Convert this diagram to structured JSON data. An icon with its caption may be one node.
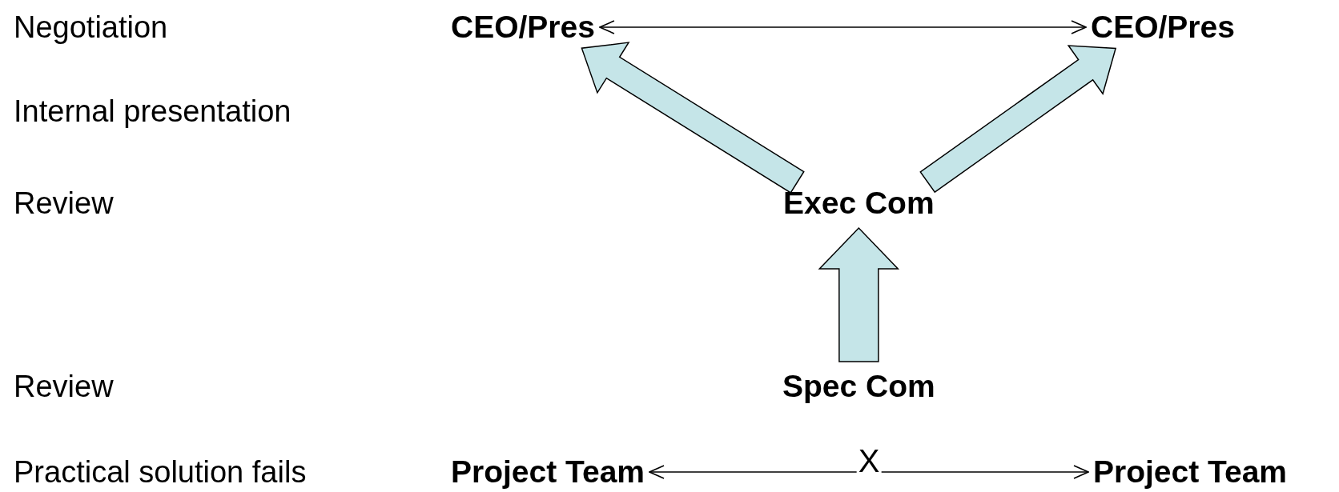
{
  "diagram": {
    "nodes": [
      {
        "text": [
          "CEO/Pres"
        ]
      },
      {
        "text": [
          "CEO/Pres"
        ]
      },
      {
        "text": [
          "Exec Com"
        ]
      },
      {
        "text": [
          "Spec Com"
        ]
      },
      {
        "text": [
          "Project Team"
        ]
      },
      {
        "text": [
          "Project Team"
        ]
      }
    ],
    "edges": [
      {
        "from": 0,
        "to": 1,
        "arrow": "both"
      },
      {
        "from": 2,
        "to": 0,
        "arrow": "to",
        "style": "thick",
        "color": "#c5e5e8"
      },
      {
        "from": 2,
        "to": 1,
        "arrow": "to",
        "style": "thick",
        "color": "#c5e5e8"
      },
      {
        "from": 3,
        "to": 2,
        "arrow": "to",
        "style": "thick",
        "color": "#c5e5e8"
      },
      {
        "from": 4,
        "to": 5,
        "arrow": "both",
        "label": "X"
      }
    ],
    "labels": [
      "Negotiation",
      "Internal presentation",
      "Review",
      "Review",
      "Practical solution fails"
    ]
  }
}
